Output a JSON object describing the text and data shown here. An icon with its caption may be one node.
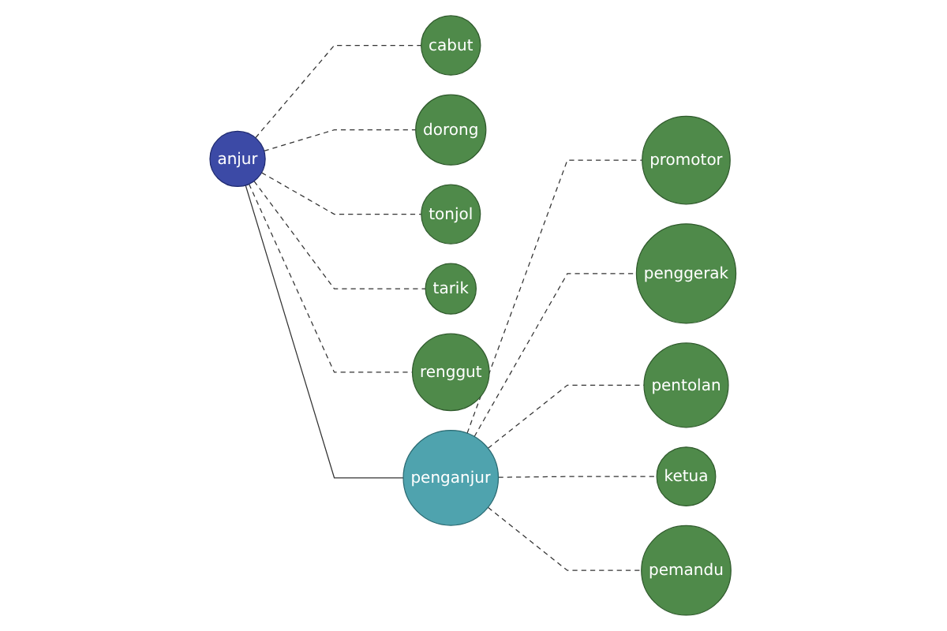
{
  "diagram": {
    "nodes": [
      {
        "text": [
          "cabut"
        ]
      },
      {
        "text": [
          "dorong"
        ]
      },
      {
        "text": [
          "tonjol"
        ]
      },
      {
        "text": [
          "tarik"
        ]
      },
      {
        "text": [
          "anjur"
        ]
      },
      {
        "text": [
          "renggut"
        ]
      },
      {
        "text": [
          "promotor"
        ]
      },
      {
        "text": [
          "penganjur"
        ]
      },
      {
        "text": [
          "penggerak"
        ]
      },
      {
        "text": [
          "pentolan"
        ]
      },
      {
        "text": [
          "ketua"
        ]
      },
      {
        "text": [
          "pemandu"
        ]
      }
    ],
    "edges": [
      {
        "from": 4,
        "to": 0,
        "arrow": "none",
        "style": "dashed"
      },
      {
        "from": 4,
        "to": 1,
        "arrow": "none",
        "style": "dashed"
      },
      {
        "from": 4,
        "to": 2,
        "arrow": "none",
        "style": "dashed"
      },
      {
        "from": 4,
        "to": 3,
        "arrow": "none",
        "style": "dashed"
      },
      {
        "from": 4,
        "to": 5,
        "arrow": "none",
        "style": "dashed"
      },
      {
        "from": 4,
        "to": 7,
        "arrow": "none"
      },
      {
        "from": 7,
        "to": 6,
        "arrow": "none",
        "style": "dashed"
      },
      {
        "from": 7,
        "to": 8,
        "arrow": "none",
        "style": "dashed"
      },
      {
        "from": 7,
        "to": 9,
        "arrow": "none",
        "style": "dashed"
      },
      {
        "from": 7,
        "to": 10,
        "arrow": "none",
        "style": "dashed"
      },
      {
        "from": 7,
        "to": 11,
        "arrow": "none",
        "style": "dashed"
      }
    ]
  }
}
